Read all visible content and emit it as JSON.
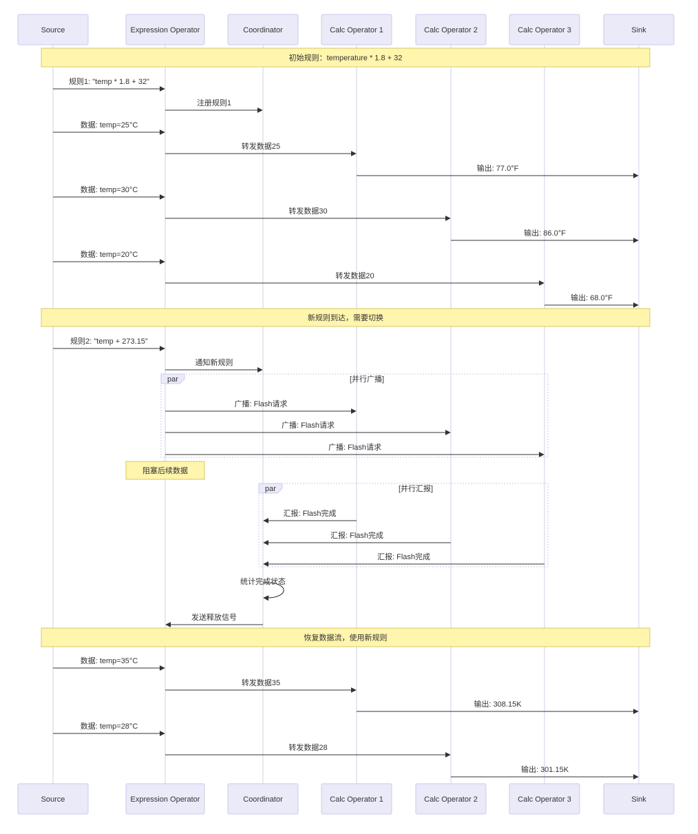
{
  "participants": [
    {
      "id": "source",
      "label": "Source"
    },
    {
      "id": "expr",
      "label": "Expression Operator"
    },
    {
      "id": "coord",
      "label": "Coordinator"
    },
    {
      "id": "calc1",
      "label": "Calc Operator 1"
    },
    {
      "id": "calc2",
      "label": "Calc Operator 2"
    },
    {
      "id": "calc3",
      "label": "Calc Operator 3"
    },
    {
      "id": "sink",
      "label": "Sink"
    }
  ],
  "notes": [
    {
      "id": "note-initial-rule",
      "text": "初始规则：temperature * 1.8 + 32"
    },
    {
      "id": "note-new-rule",
      "text": "新规则到达，需要切换"
    },
    {
      "id": "note-block",
      "text": "阻塞后续数据"
    },
    {
      "id": "note-resume",
      "text": "恢复数据流，使用新规则"
    }
  ],
  "messages": [
    {
      "from": "source",
      "to": "expr",
      "text": "规则1: \"temp * 1.8 + 32\""
    },
    {
      "from": "expr",
      "to": "coord",
      "text": "注册规则1"
    },
    {
      "from": "source",
      "to": "expr",
      "text": "数据: temp=25°C"
    },
    {
      "from": "expr",
      "to": "calc1",
      "text": "转发数据25"
    },
    {
      "from": "calc1",
      "to": "sink",
      "text": "输出: 77.0°F"
    },
    {
      "from": "source",
      "to": "expr",
      "text": "数据: temp=30°C"
    },
    {
      "from": "expr",
      "to": "calc2",
      "text": "转发数据30"
    },
    {
      "from": "calc2",
      "to": "sink",
      "text": "输出: 86.0°F"
    },
    {
      "from": "source",
      "to": "expr",
      "text": "数据: temp=20°C"
    },
    {
      "from": "expr",
      "to": "calc3",
      "text": "转发数据20"
    },
    {
      "from": "calc3",
      "to": "sink",
      "text": "输出: 68.0°F"
    },
    {
      "from": "source",
      "to": "expr",
      "text": "规则2: \"temp + 273.15\""
    },
    {
      "from": "expr",
      "to": "coord",
      "text": "通知新规则"
    },
    {
      "from": "expr",
      "to": "calc1",
      "text": "广播: Flash请求"
    },
    {
      "from": "expr",
      "to": "calc2",
      "text": "广播: Flash请求"
    },
    {
      "from": "expr",
      "to": "calc3",
      "text": "广播: Flash请求"
    },
    {
      "from": "calc1",
      "to": "coord",
      "text": "汇报: Flash完成"
    },
    {
      "from": "calc2",
      "to": "coord",
      "text": "汇报: Flash完成"
    },
    {
      "from": "calc3",
      "to": "coord",
      "text": "汇报: Flash完成"
    },
    {
      "from": "coord",
      "to": "coord",
      "text": "统计完成状态"
    },
    {
      "from": "coord",
      "to": "expr",
      "text": "发送释放信号"
    },
    {
      "from": "source",
      "to": "expr",
      "text": "数据: temp=35°C"
    },
    {
      "from": "expr",
      "to": "calc1",
      "text": "转发数据35"
    },
    {
      "from": "calc1",
      "to": "sink",
      "text": "输出: 308.15K"
    },
    {
      "from": "source",
      "to": "expr",
      "text": "数据: temp=28°C"
    },
    {
      "from": "expr",
      "to": "calc2",
      "text": "转发数据28"
    },
    {
      "from": "calc2",
      "to": "sink",
      "text": "输出: 301.15K"
    }
  ],
  "par_blocks": [
    {
      "id": "par-broadcast",
      "tag": "par",
      "label": "[并行广播]"
    },
    {
      "id": "par-report",
      "tag": "par",
      "label": "[并行汇报]"
    }
  ]
}
